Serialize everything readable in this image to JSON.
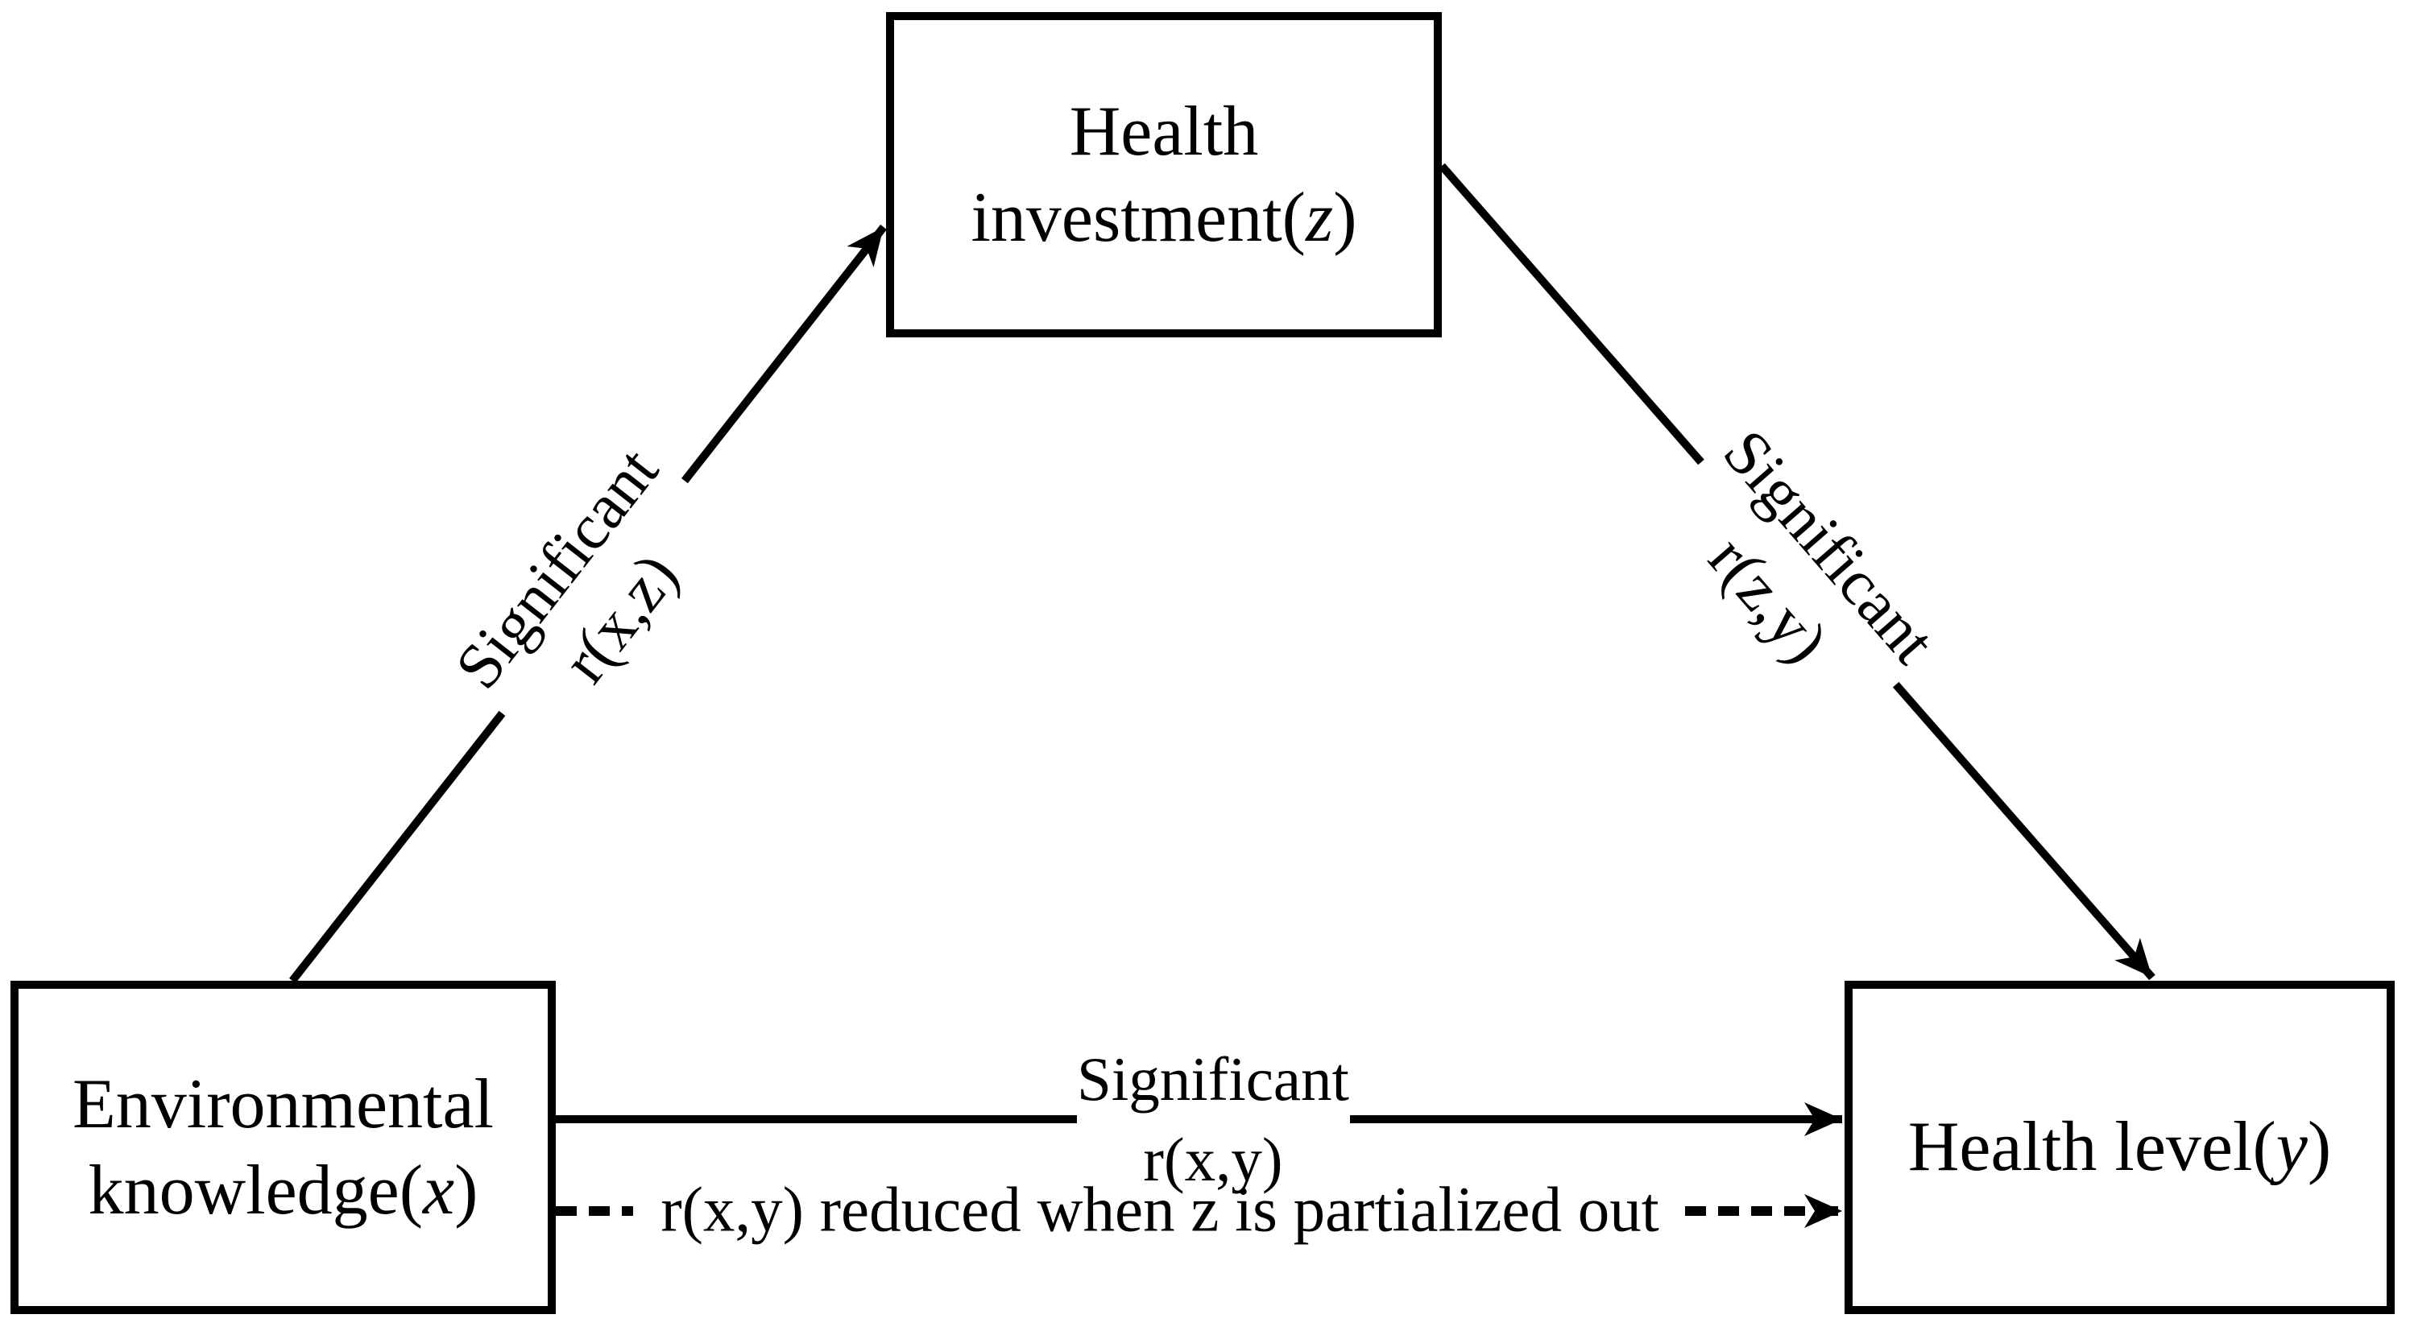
{
  "diagram": {
    "background_color": "#ffffff",
    "line_color": "#000000",
    "nodes": {
      "health_investment": {
        "line1": "Health",
        "line2_pre": "investment(",
        "line2_var": "z",
        "line2_post": ")"
      },
      "environmental_knowledge": {
        "line1": "Environmental",
        "line2_pre": "knowledge(",
        "line2_var": "x",
        "line2_post": ")"
      },
      "health_level": {
        "line1_pre": "Health level(",
        "line1_var": "y",
        "line1_post": ")"
      }
    },
    "edges": {
      "x_to_z": {
        "style": "solid",
        "line1": "Significant",
        "line2": "r(x,z)"
      },
      "z_to_y": {
        "style": "solid",
        "line1": "Significant",
        "line2": "r(z,y)"
      },
      "x_to_y": {
        "style": "solid",
        "line1": "Significant",
        "line2": "r(x,y)"
      },
      "x_to_y_partialled": {
        "style": "dashed",
        "line1": "r(x,y) reduced when z is partialized out"
      }
    }
  }
}
